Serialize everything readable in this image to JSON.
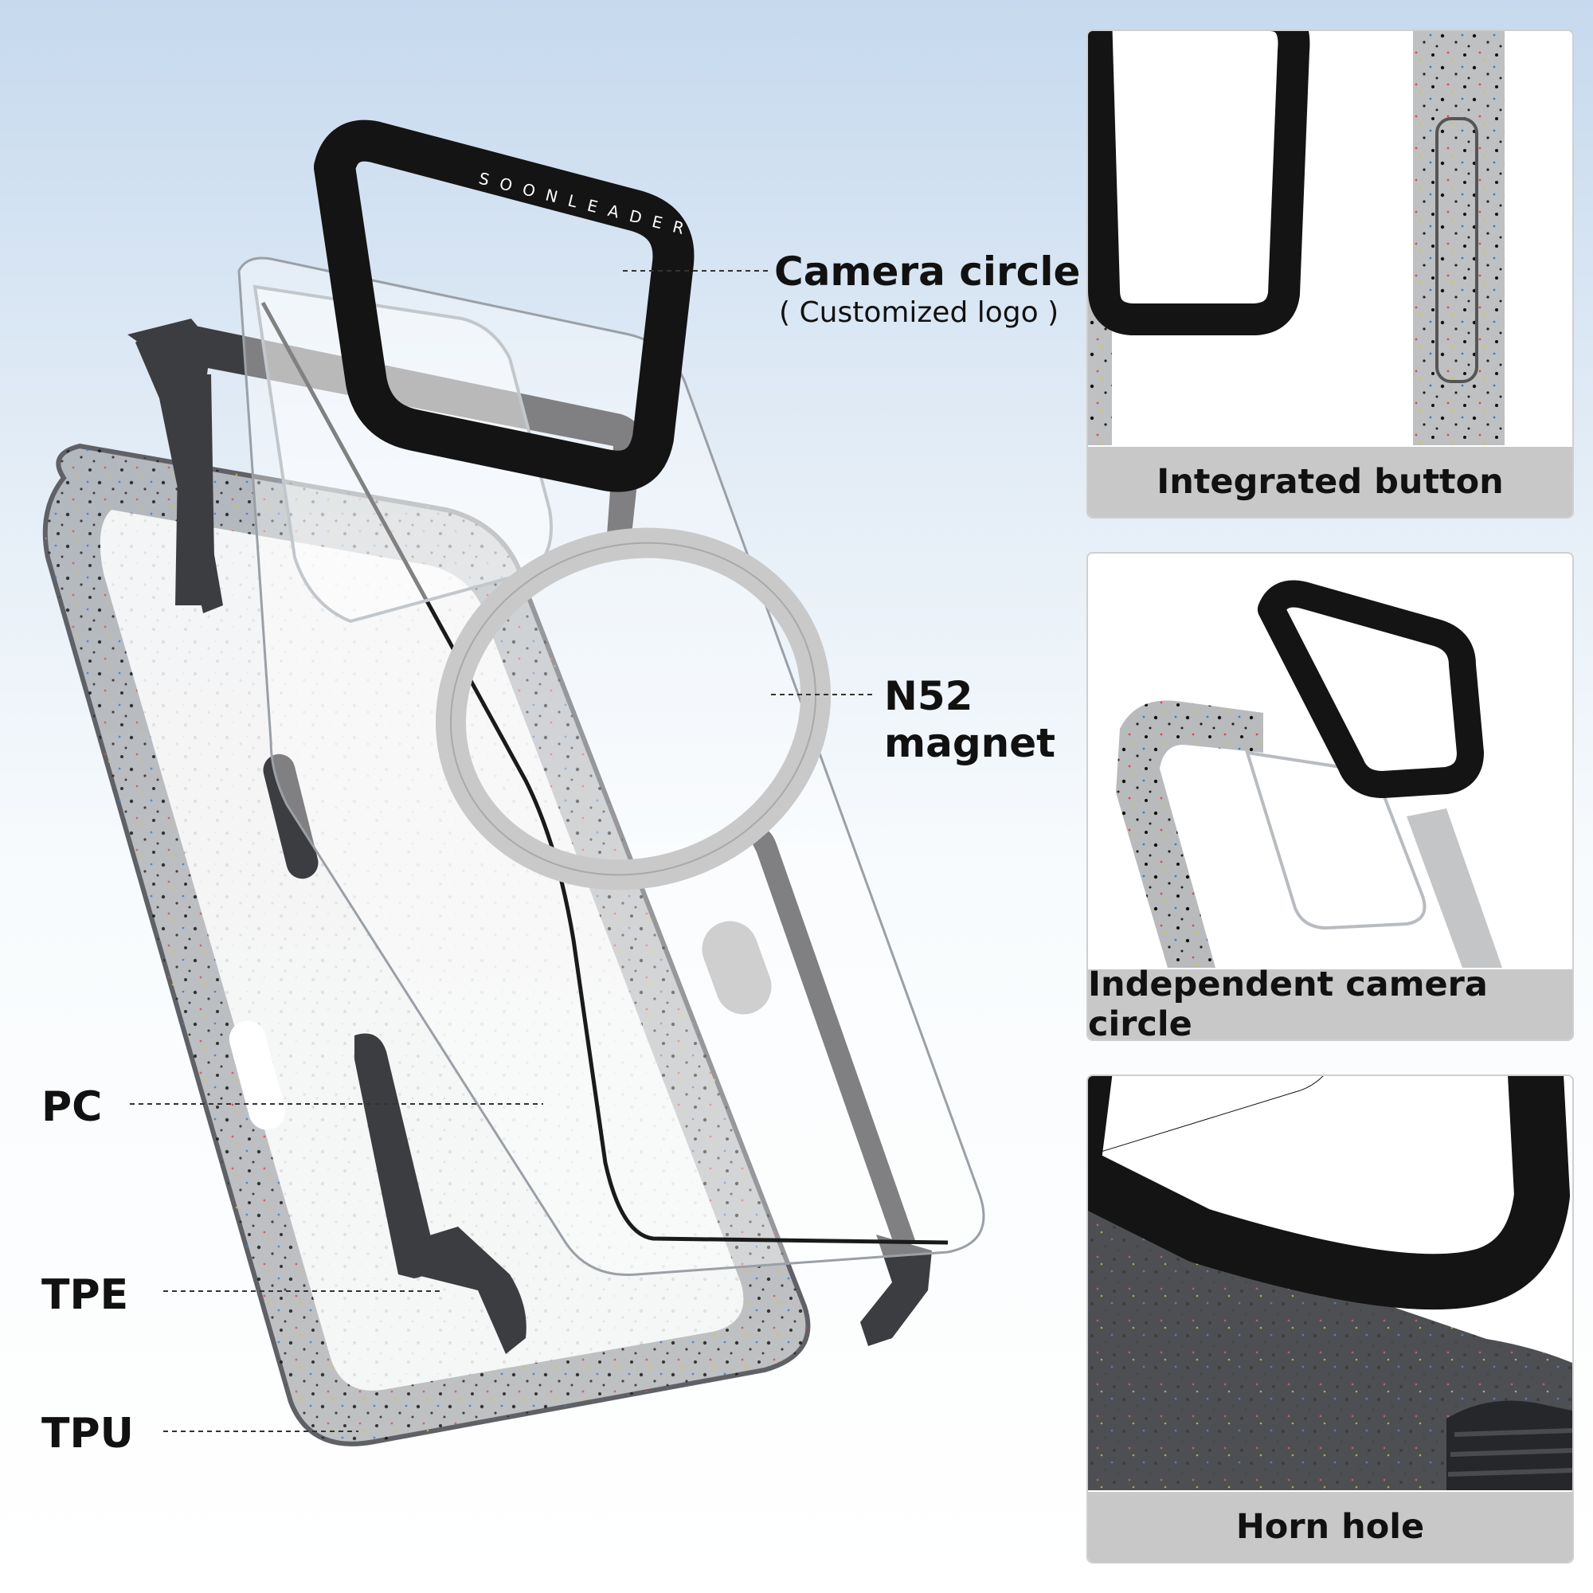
{
  "brand": {
    "ring_text": "SOONLEADER"
  },
  "callouts": {
    "camera_circle": {
      "title": "Camera circle",
      "subtitle": "( Customized logo )"
    },
    "magnet": {
      "line1": "N52",
      "line2": "magnet"
    }
  },
  "parts": {
    "pc": "PC",
    "tpe": "TPE",
    "tpu": "TPU"
  },
  "panels": [
    {
      "caption": "Integrated button"
    },
    {
      "caption": "Independent camera circle"
    },
    {
      "caption": "Horn hole"
    }
  ],
  "colors": {
    "ring": "#141414",
    "tpe": "#3c3d40",
    "tpu": "#8a8c90",
    "magnet": "#c9c9c9",
    "caption_bg": "#c8c8c8"
  }
}
